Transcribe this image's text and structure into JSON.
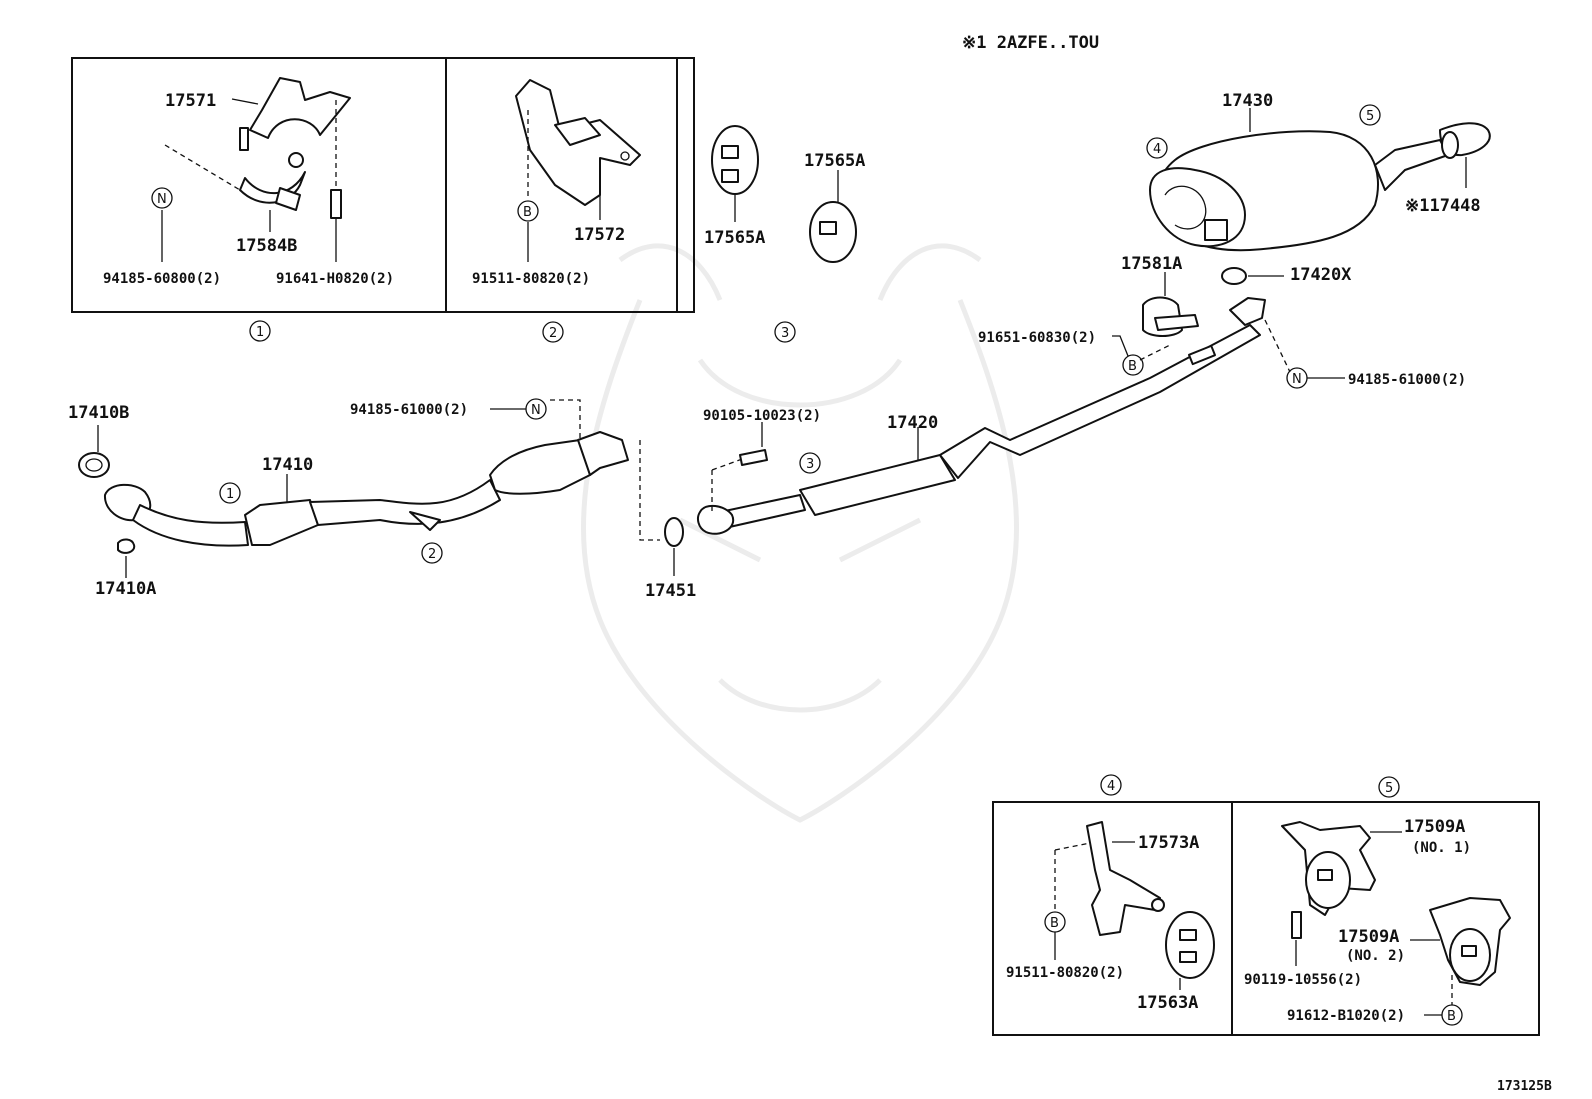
{
  "header_note": "※1 2AZFE..TOU",
  "diagram_code": "173125B",
  "part_numbers": {
    "p17571": "17571",
    "p17584B": "17584B",
    "p94185_60800": "94185-60800(2)",
    "p91641_H0820": "91641-H0820(2)",
    "p17572": "17572",
    "p91511_80820_top": "91511-80820(2)",
    "p17565A_left": "17565A",
    "p17565A_right": "17565A",
    "p17430": "17430",
    "p117448": "※117448",
    "p17581A": "17581A",
    "p17420X": "17420X",
    "p91651_60830": "91651-60830(2)",
    "p94185_61000_right": "94185-61000(2)",
    "p17410B": "17410B",
    "p17410": "17410",
    "p17410A": "17410A",
    "p94185_61000_mid": "94185-61000(2)",
    "p17451": "17451",
    "p90105_10023": "90105-10023(2)",
    "p17420": "17420",
    "p17573A": "17573A",
    "p91511_80820_bottom": "91511-80820(2)",
    "p17563A": "17563A",
    "p17509A_no1": "17509A",
    "no1": "(NO. 1)",
    "p17509A_no2": "17509A",
    "no2": "(NO. 2)",
    "p90119_10556": "90119-10556(2)",
    "p91612_B1020": "91612-B1020(2)"
  },
  "callouts": {
    "c1": "1",
    "c2": "2",
    "c3": "3",
    "c4": "4",
    "c5": "5"
  },
  "fastener_marks": {
    "n": "N",
    "b": "B"
  }
}
